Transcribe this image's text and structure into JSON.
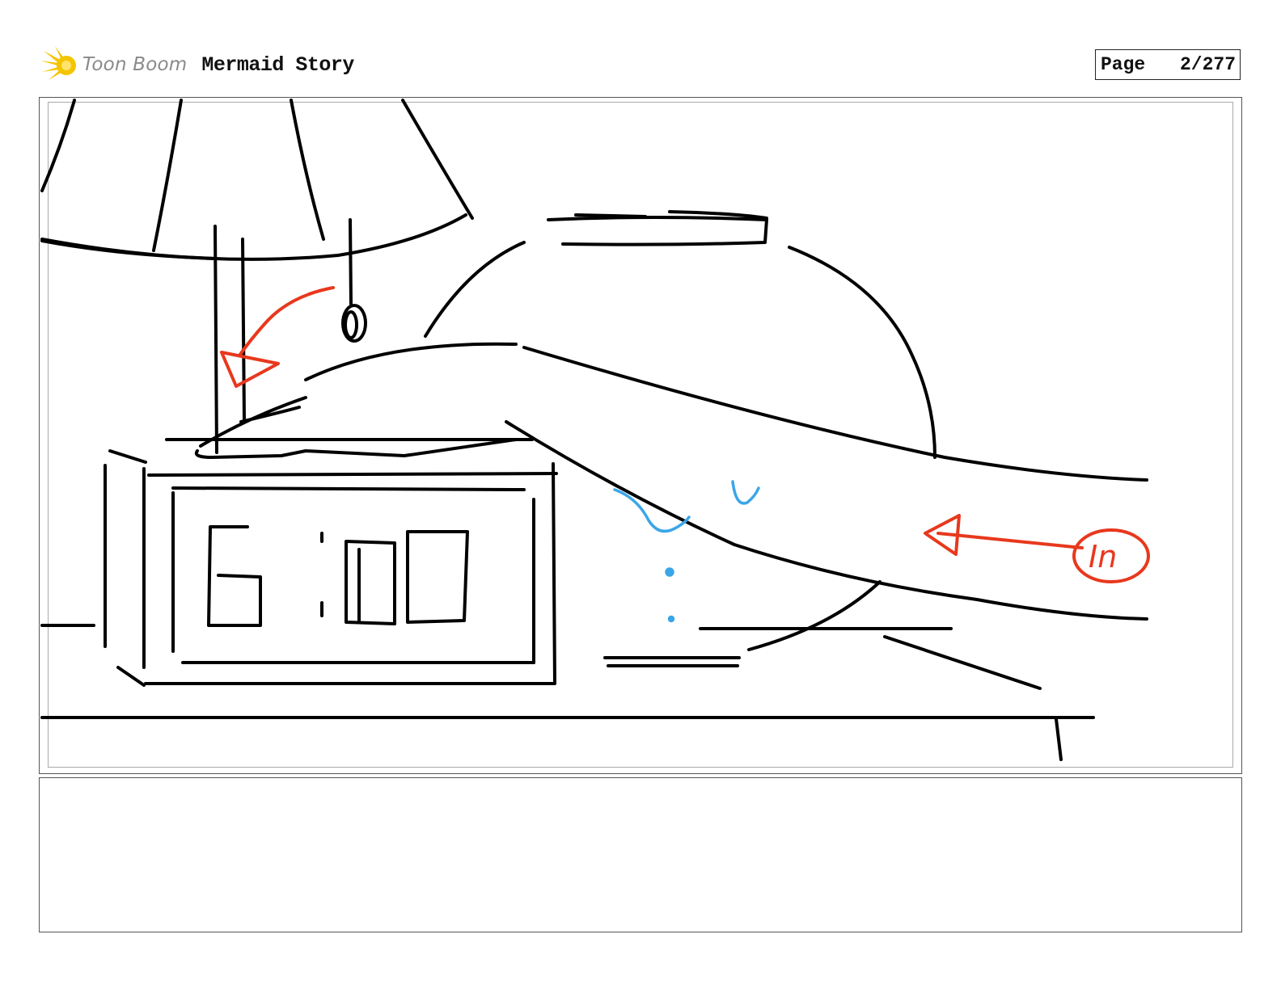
{
  "header": {
    "logo_text": "Toon Boom",
    "project_title": "Mermaid Story",
    "page_label": "Page",
    "page_number": "2/277"
  },
  "panel": {
    "clock_time": "6:00",
    "annotation_in": "In"
  },
  "notes": {
    "text": ""
  },
  "colors": {
    "logo_yellow": "#f5c400",
    "sketch_black": "#000000",
    "annotation_red": "#e8381d",
    "sketch_blue": "#3aa6e8"
  }
}
